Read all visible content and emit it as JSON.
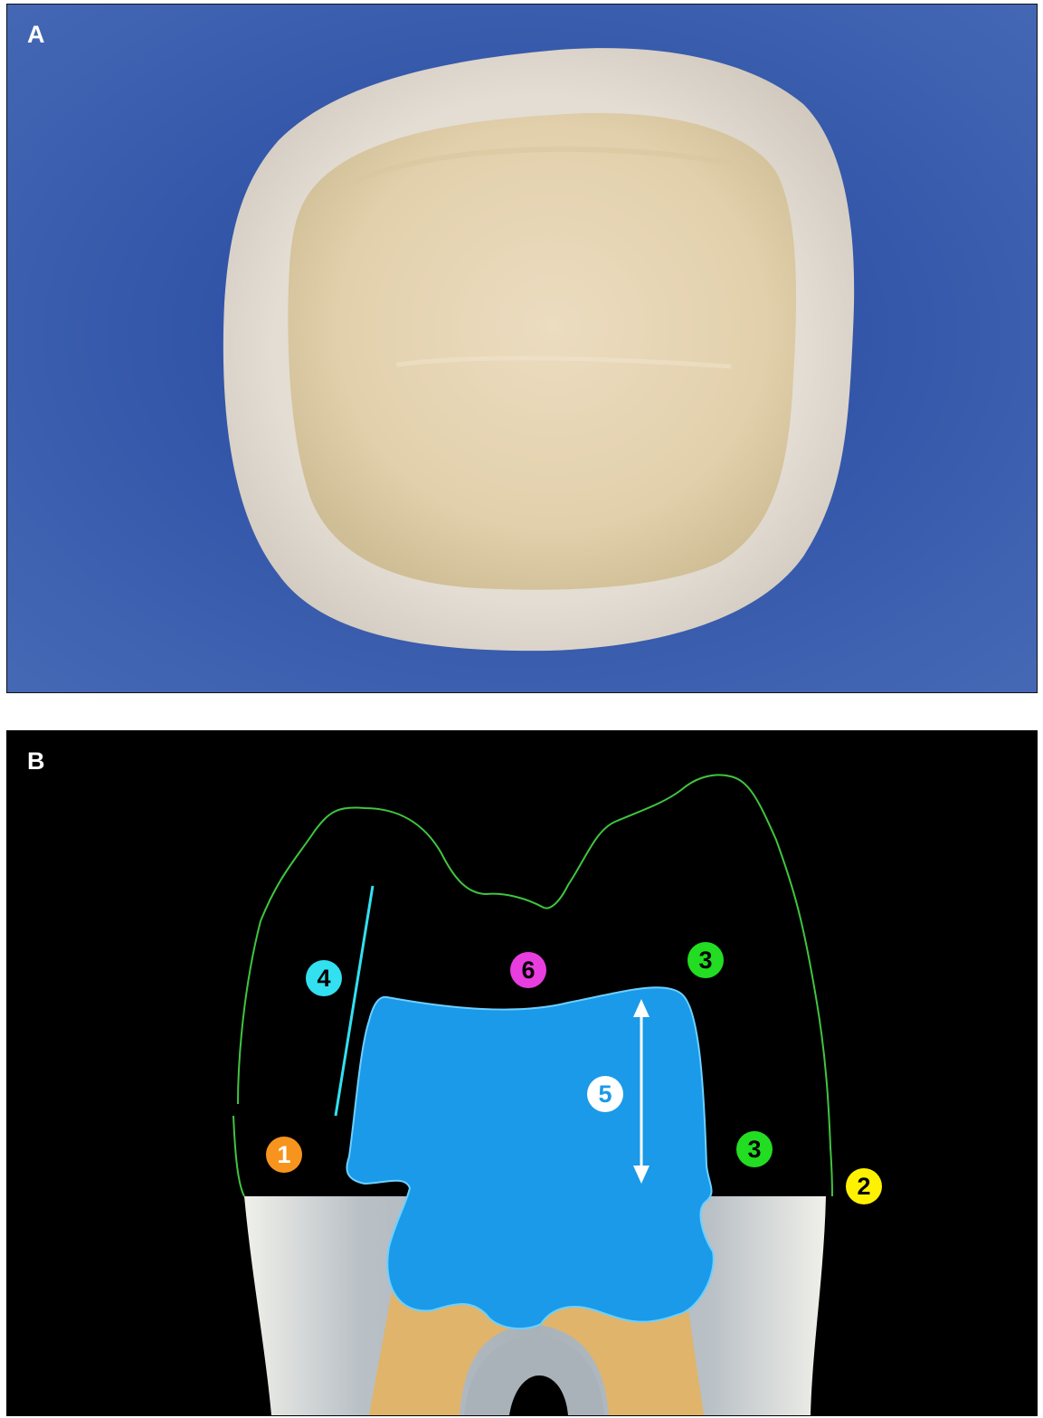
{
  "figure": {
    "panel_a": {
      "label": "A"
    },
    "panel_b": {
      "label": "B",
      "markers": {
        "m1": "1",
        "m2": "2",
        "m3a": "3",
        "m3b": "3",
        "m4": "4",
        "m5": "5",
        "m6": "6"
      }
    }
  },
  "colors": {
    "background_blue": "#3a5fae",
    "cast_rim": "#ddd5cc",
    "cast_inner": "#e2d2b2",
    "restoration_blue": "#1a9ae8",
    "outline_green": "#3fc53f",
    "tooth_enamel": "#c8ccd0",
    "pulp_dentin": "#e0b46a",
    "marker_1": "#f7941d",
    "marker_2": "#fff200",
    "marker_3": "#22dd22",
    "marker_4": "#33e0f0",
    "marker_5": "#ffffff",
    "marker_6": "#e83ee0"
  }
}
